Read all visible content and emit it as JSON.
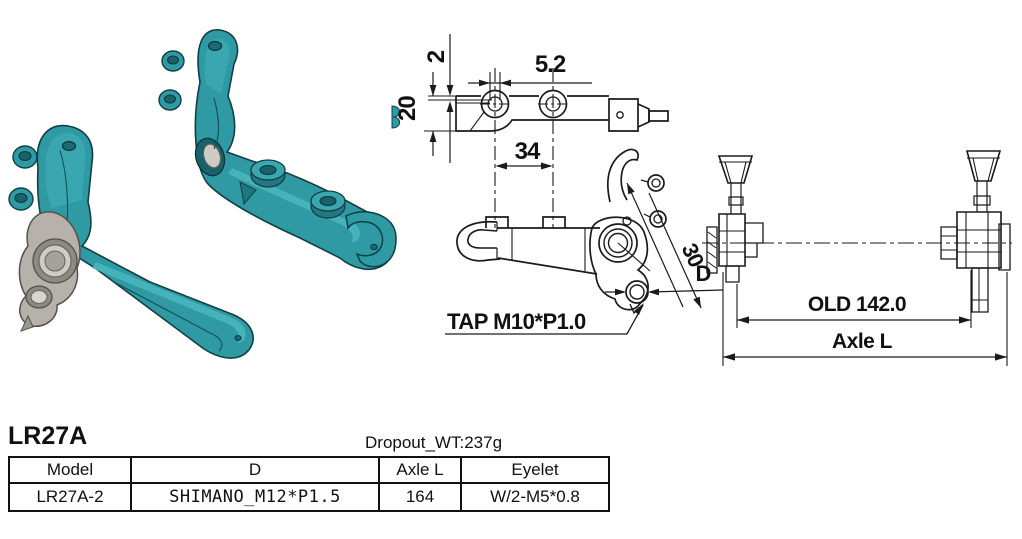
{
  "product": {
    "title": "LR27A",
    "weight": "Dropout_WT:237g"
  },
  "spec_table": {
    "headers": [
      "Model",
      "D",
      "Axle L",
      "Eyelet"
    ],
    "row": [
      "LR27A-2",
      "SHIMANO_M12*P1.5",
      "164",
      "W/2-M5*0.8"
    ]
  },
  "drawings": {
    "top_view": {
      "dim_2": "2",
      "dim_20": "20",
      "dim_5_2": "5.2",
      "dim_34": "34"
    },
    "side_view": {
      "dim_30": "30",
      "dim_d": "D",
      "tap_note": "TAP M10*P1.0"
    },
    "width_view": {
      "dim_old": "OLD 142.0",
      "dim_axle": "Axle L"
    }
  },
  "colors": {
    "part_teal": "#2f9aa4",
    "part_teal_dark": "#1c6b74",
    "part_teal_light": "#54bec6",
    "part_outline": "#123f44",
    "part_gray": "#b6b2ab",
    "line_black": "#1a1a1a"
  }
}
